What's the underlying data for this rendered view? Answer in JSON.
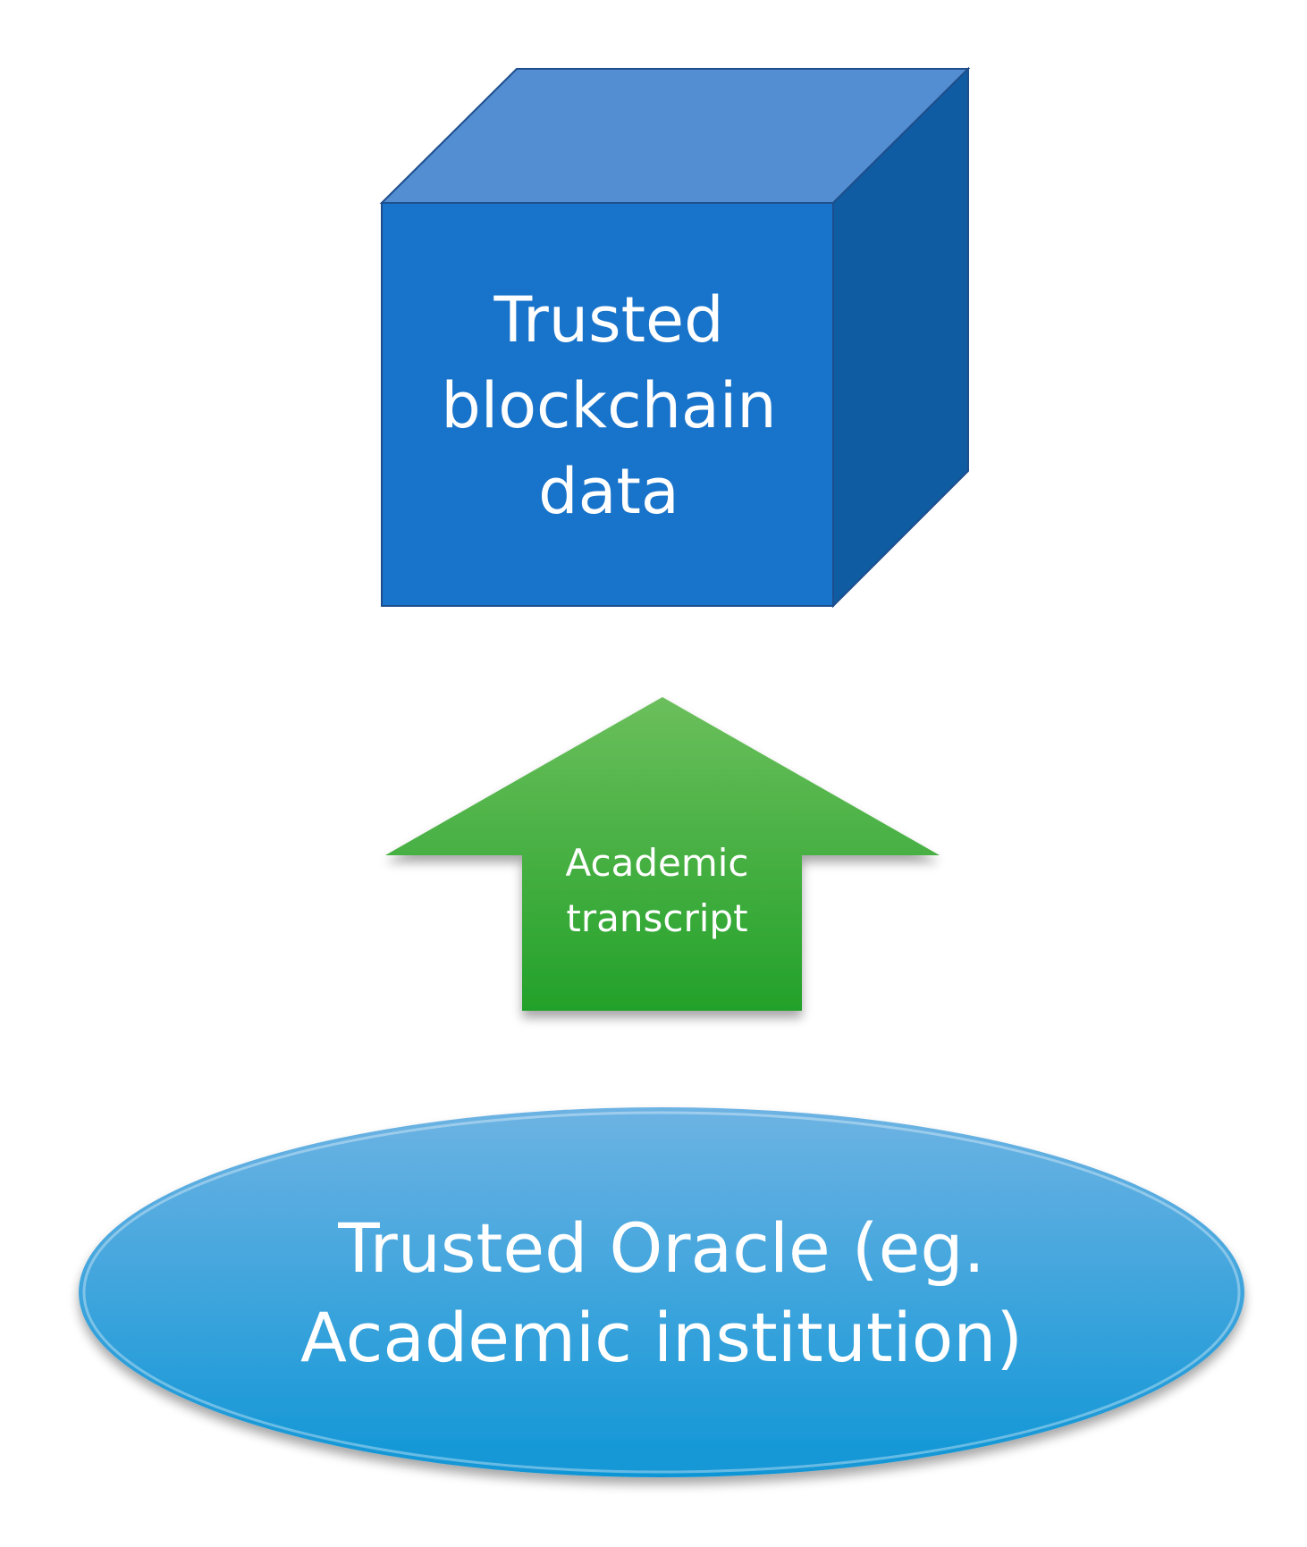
{
  "diagram": {
    "cube": {
      "label": "Trusted\nblockchain\ndata",
      "colors": {
        "front": "#1873CA",
        "top": "#528ED1",
        "side": "#0F5CA3",
        "stroke": "#1E4E8C"
      }
    },
    "arrow": {
      "label": "Academic\ntranscript",
      "direction": "up",
      "colors": {
        "gradient_top": "#6BBF5C",
        "gradient_bottom": "#23A12A"
      }
    },
    "oracle": {
      "label": "Trusted Oracle (eg.\nAcademic institution)",
      "colors": {
        "gradient_top": "#6DB3E3",
        "gradient_bottom": "#1096D6"
      }
    }
  }
}
